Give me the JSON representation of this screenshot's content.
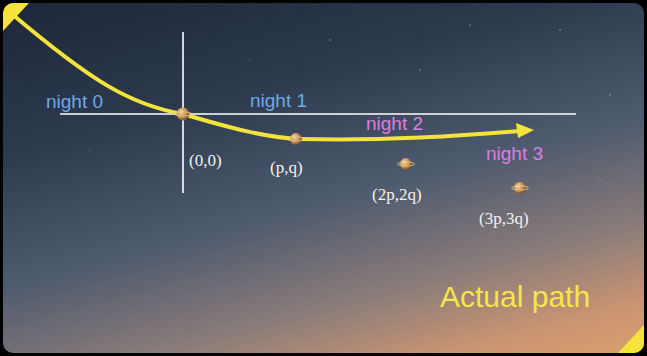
{
  "diagram": {
    "labels": [
      "night 0",
      "night 1",
      "night 2",
      "night 3",
      "(0,0)",
      "(p,q)",
      "(2p,2q)",
      "(3p,3q)",
      "Actual path"
    ]
  }
}
